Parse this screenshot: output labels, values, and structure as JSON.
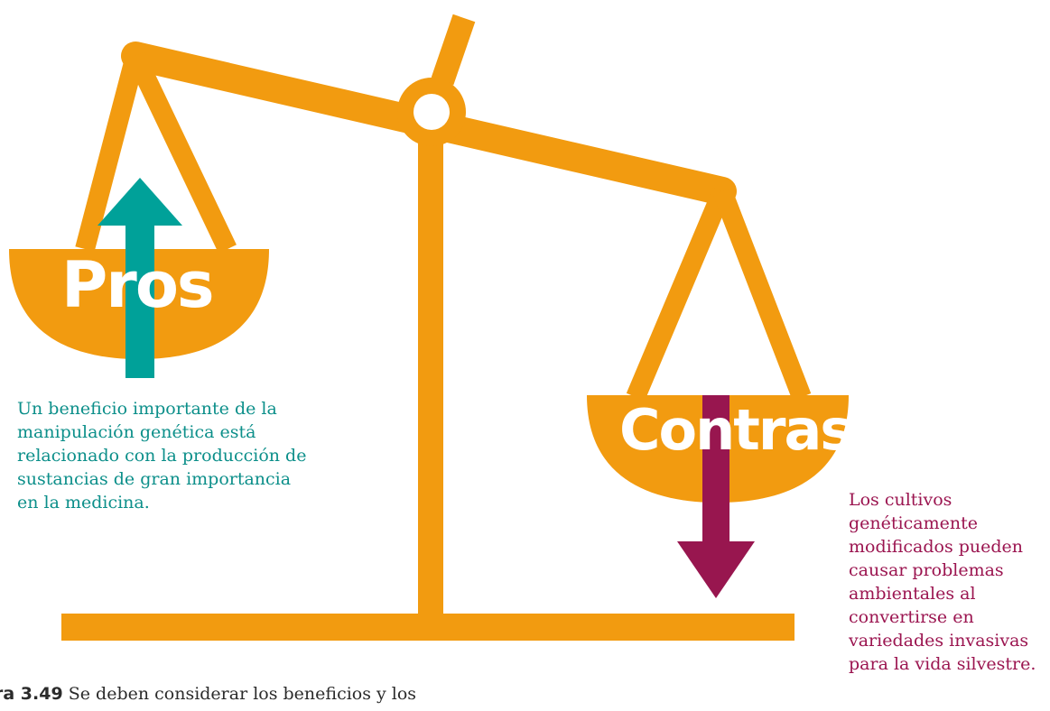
{
  "labels": {
    "pros": "Pros",
    "contras": "Contras"
  },
  "pros_text": [
    "Un beneficio importante de la",
    "manipulación genética está",
    "relacionado con la producción de",
    "sustancias de gran importancia",
    "en la medicina."
  ],
  "contras_text": [
    "Los cultivos",
    "genéticamente",
    "modificados pueden",
    "causar problemas",
    "ambientales al",
    "convertirse en",
    "variedades invasivas",
    "para la vida silvestre."
  ],
  "caption": {
    "figure_label": "ra 3.49",
    "text": "Se deben considerar los beneficios y los"
  },
  "colors": {
    "scale": "#f29b10",
    "pros_arrow": "#00a199",
    "contras_arrow": "#98164f",
    "pros_text": "#0c8f8a",
    "contras_text": "#9b1550"
  },
  "icons": {
    "pros_arrow": "arrow-up-icon",
    "contras_arrow": "arrow-down-icon"
  }
}
